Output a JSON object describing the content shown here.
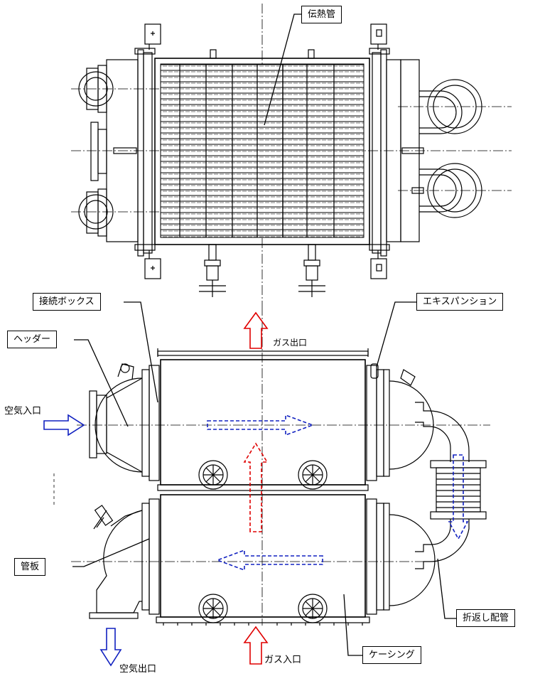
{
  "labels": {
    "heat_tube": "伝熱管",
    "connection_box": "接続ボックス",
    "expansion": "エキスパンション",
    "header": "ヘッダー",
    "gas_outlet": "ガス出口",
    "air_inlet": "空気入口",
    "tube_sheet": "管板",
    "return_pipe": "折返し配管",
    "casing": "ケーシング",
    "air_outlet": "空気出口",
    "gas_inlet": "ガス入口"
  },
  "colors": {
    "line": "#000000",
    "gas_arrow": "#e00000",
    "air_arrow": "#1020c0"
  }
}
